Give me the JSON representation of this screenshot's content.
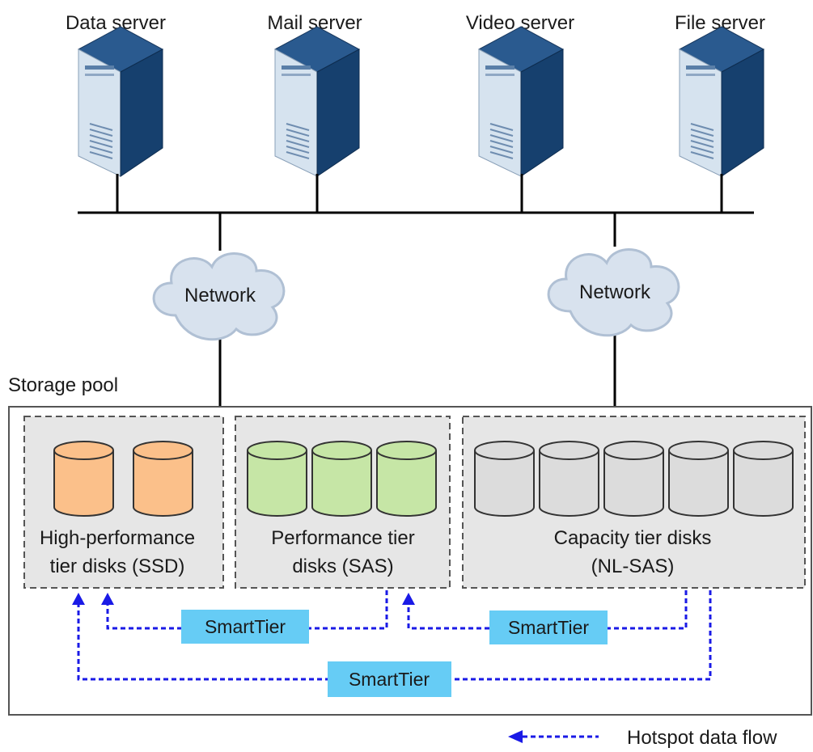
{
  "servers": [
    {
      "label": "Data server"
    },
    {
      "label": "Mail server"
    },
    {
      "label": "Video server"
    },
    {
      "label": "File server"
    }
  ],
  "networks": [
    {
      "label": "Network"
    },
    {
      "label": "Network"
    }
  ],
  "storage_pool": {
    "label": "Storage pool"
  },
  "tiers": [
    {
      "line1": "High-performance",
      "line2": "tier disks (SSD)",
      "color": "#fbc08a",
      "disks": 2
    },
    {
      "line1": "Performance tier",
      "line2": "disks (SAS)",
      "color": "#c6e6a6",
      "disks": 3
    },
    {
      "line1": "Capacity tier disks",
      "line2": "(NL-SAS)",
      "color": "#dcdcdc",
      "disks": 5
    }
  ],
  "smarttier": [
    {
      "label": "SmartTier"
    },
    {
      "label": "SmartTier"
    },
    {
      "label": "SmartTier"
    }
  ],
  "legend": {
    "label": "Hotspot data flow"
  },
  "colors": {
    "flow": "#1a1ae6",
    "tag": "#66ccf5",
    "server_front": "#d6e3ef",
    "server_side": "#16406e"
  }
}
